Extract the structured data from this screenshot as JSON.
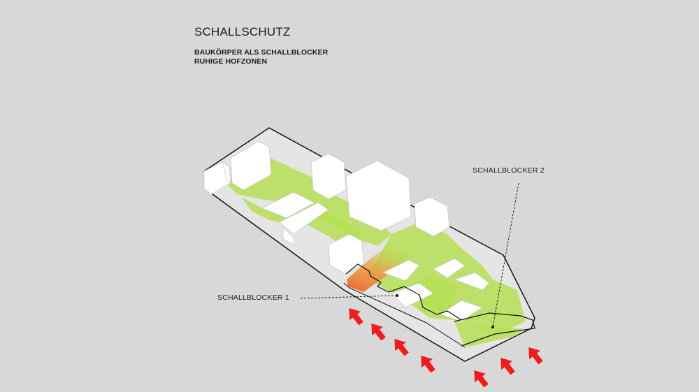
{
  "header": {
    "title": "SCHALLSCHUTZ",
    "subtitle_line1": "BAUKÖRPER ALS SCHALLBLOCKER",
    "subtitle_line2": "RUHIGE HOFZONEN"
  },
  "labels": {
    "blocker1": "SCHALLBLOCKER 1",
    "blocker2": "SCHALLBLOCKER 2"
  },
  "colors": {
    "background": "#d8d8d8",
    "building_white": "#ffffff",
    "courtyard_green": "#b5df53",
    "noise_arrow": "#f01c1c",
    "noise_gradient_orange": "#f06a2a",
    "outline": "#111111"
  },
  "noise_arrows": {
    "count": 7
  }
}
